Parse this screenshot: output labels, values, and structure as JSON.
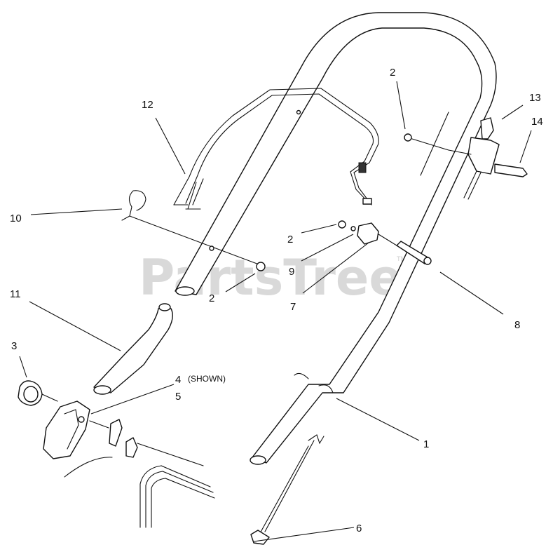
{
  "watermark": {
    "text": "PartsTree",
    "trademark": "TM",
    "color": "#d9d9d9"
  },
  "callouts": {
    "c1": "1",
    "c2a": "2",
    "c2b": "2",
    "c2c": "2",
    "c3": "3",
    "c4": "4",
    "c4_note": "(SHOWN)",
    "c5": "5",
    "c6": "6",
    "c7": "7",
    "c8": "8",
    "c9": "9",
    "c10": "10",
    "c11": "11",
    "c12": "12",
    "c13": "13",
    "c14": "14"
  }
}
